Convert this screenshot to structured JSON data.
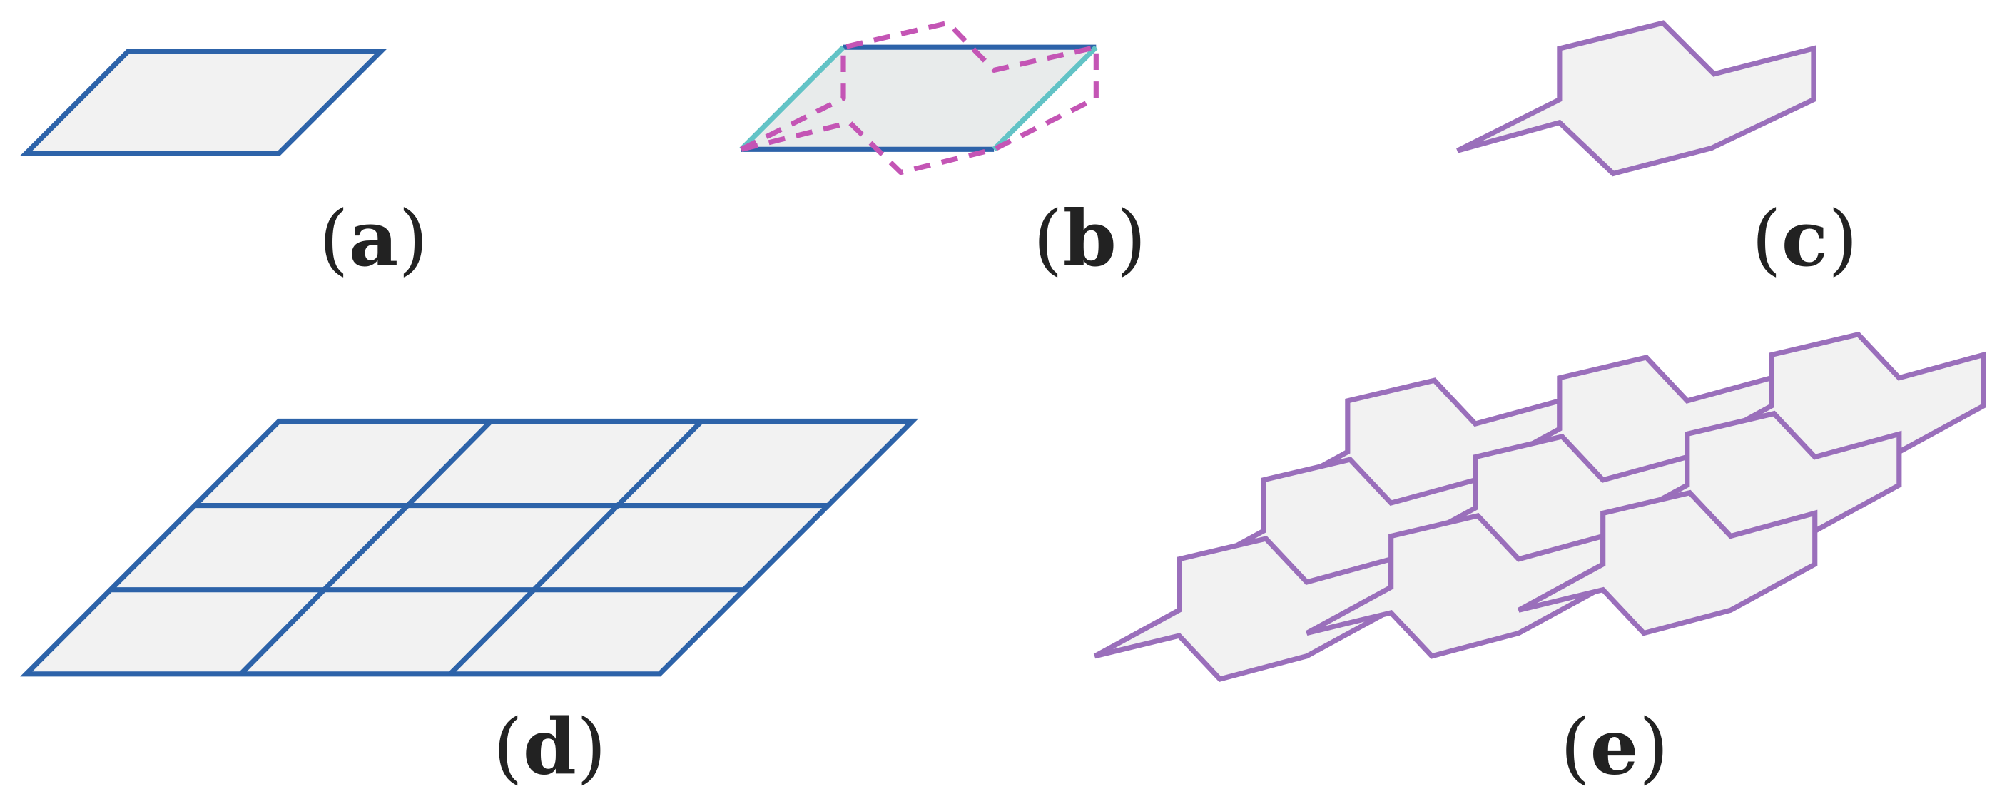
{
  "colors": {
    "background": "#ffffff",
    "fill": "#f2f2f2",
    "fill_overlap": "#e8ebeb",
    "blue": "#2d63a9",
    "cyan": "#62c3c6",
    "magenta": "#c455b5",
    "purple": "#9a6fbb",
    "caption": "#222222"
  },
  "panels": [
    {
      "id": "a",
      "caption": "a",
      "shape": "parallelogram-tile"
    },
    {
      "id": "b",
      "caption": "b",
      "shape": "parallelogram-to-hexagon-construction"
    },
    {
      "id": "c",
      "caption": "c",
      "shape": "hexagon-tile"
    },
    {
      "id": "d",
      "caption": "d",
      "shape": "parallelogram-tiling-3x3"
    },
    {
      "id": "e",
      "caption": "e",
      "shape": "hexagon-tiling-3x3"
    }
  ]
}
